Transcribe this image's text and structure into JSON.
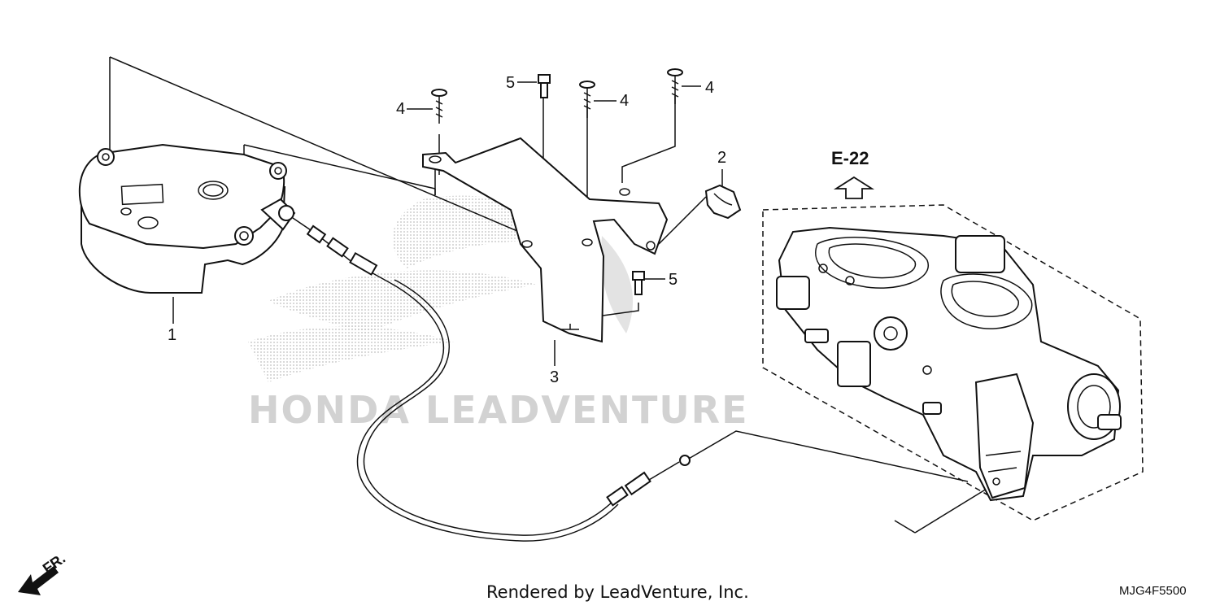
{
  "diagram": {
    "callouts": [
      {
        "label": "1",
        "part": "servo-motor-unit"
      },
      {
        "label": "2",
        "part": "cable-clamp"
      },
      {
        "label": "3",
        "part": "mounting-bracket"
      },
      {
        "label": "4",
        "part": "tapping-screw"
      },
      {
        "label": "4",
        "part": "tapping-screw"
      },
      {
        "label": "4",
        "part": "tapping-screw"
      },
      {
        "label": "5",
        "part": "flange-bolt"
      },
      {
        "label": "5",
        "part": "flange-bolt"
      }
    ],
    "reference": "E-22",
    "front_marker": "FR.",
    "watermark": "HONDA LEADVENTURE",
    "footer": "Rendered by LeadVenture, Inc.",
    "diagram_code": "MJG4F5500"
  }
}
